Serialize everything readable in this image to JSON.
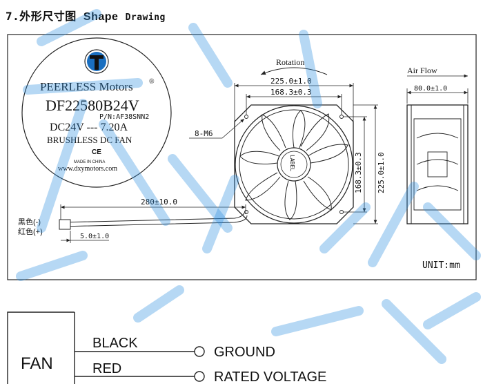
{
  "heading": {
    "number": "7.",
    "zh": "外形尺寸图",
    "en1": "Shape",
    "en2": "Drawing"
  },
  "label": {
    "brand": "PEERLESS Motors",
    "registered": "®",
    "model": "DF22580B24V",
    "pn": "P/N:AF38SNN2",
    "voltage_current": "DC24V --- 7.20A",
    "type": "BRUSHLESS DC FAN",
    "ce": "CE",
    "made_in": "MADE  IN  CHINA",
    "website": "www.dxymotors.com"
  },
  "dimensions": {
    "rotation": "Rotation",
    "airflow": "Air Flow",
    "width_outer": "225.0±1.0",
    "width_holes": "168.3±0.3",
    "height_holes": "168.3±0.3",
    "height_outer": "225.0±1.0",
    "depth": "80.0±1.0",
    "holes": "8-M6",
    "hub_label": "LABEL",
    "lead_length": "280±10.0",
    "strip_length": "5.0±1.0",
    "wire_black": "黑色(-)",
    "wire_red": "红色(+)",
    "unit": "UNIT:mm"
  },
  "wiring": {
    "device": "FAN",
    "wire1_color": "BLACK",
    "wire1_function": "GROUND",
    "wire2_color": "RED",
    "wire2_function": "RATED VOLTAGE"
  },
  "colors": {
    "line": "#222222",
    "watermark": "#2f8fe0"
  }
}
